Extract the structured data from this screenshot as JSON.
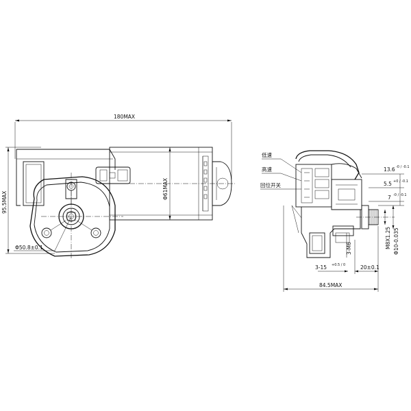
{
  "dimensions": {
    "overall_length": "180MAX",
    "overall_height": "95.5MAX",
    "motor_diameter": "Φ61MAX",
    "gear_diameter": "Φ50.8±0.1",
    "side_depth": "84.5MAX",
    "offset_20": "20±0.1",
    "holes": "3-M6",
    "hole_depth": "3-15",
    "hole_depth_tol": "+0.5 / 0",
    "dim_136": "13.6",
    "dim_136_tol": "-0 / -0.1",
    "dim_55": "5.5",
    "dim_55_tol": "+0 / -0.1",
    "dim_7": "7",
    "dim_7_tol": "-0 / -0.1",
    "thread": "M8X1.25",
    "shaft": "Φ10-0.035"
  },
  "wire_labels": [
    "低速",
    "高速",
    "回位开关"
  ]
}
